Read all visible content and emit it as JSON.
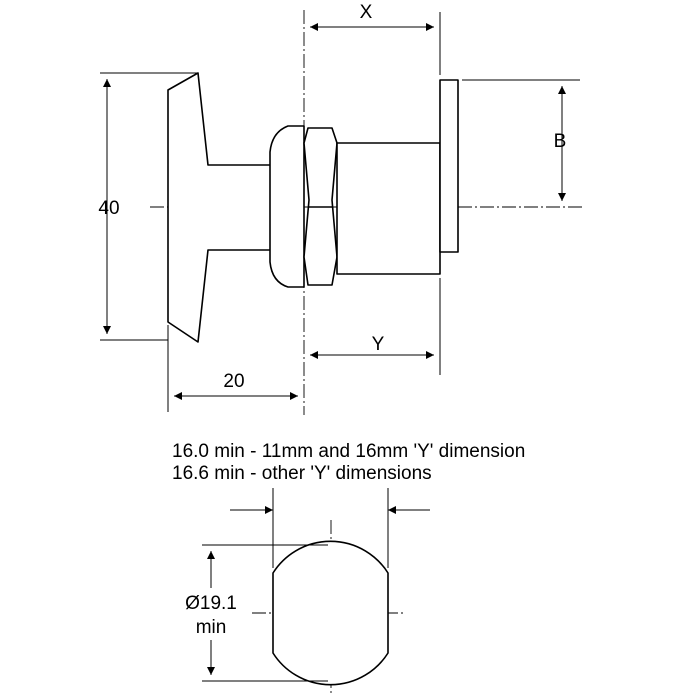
{
  "dimensions": {
    "x_label": "X",
    "y_label": "Y",
    "b_label": "B",
    "height_label": "40",
    "depth_label": "20",
    "diameter_label": "Ø19.1",
    "diameter_unit": "min"
  },
  "notes": {
    "line1": "16.0 min - 11mm and 16mm 'Y' dimension",
    "line2": "16.6 min - other 'Y' dimensions"
  }
}
